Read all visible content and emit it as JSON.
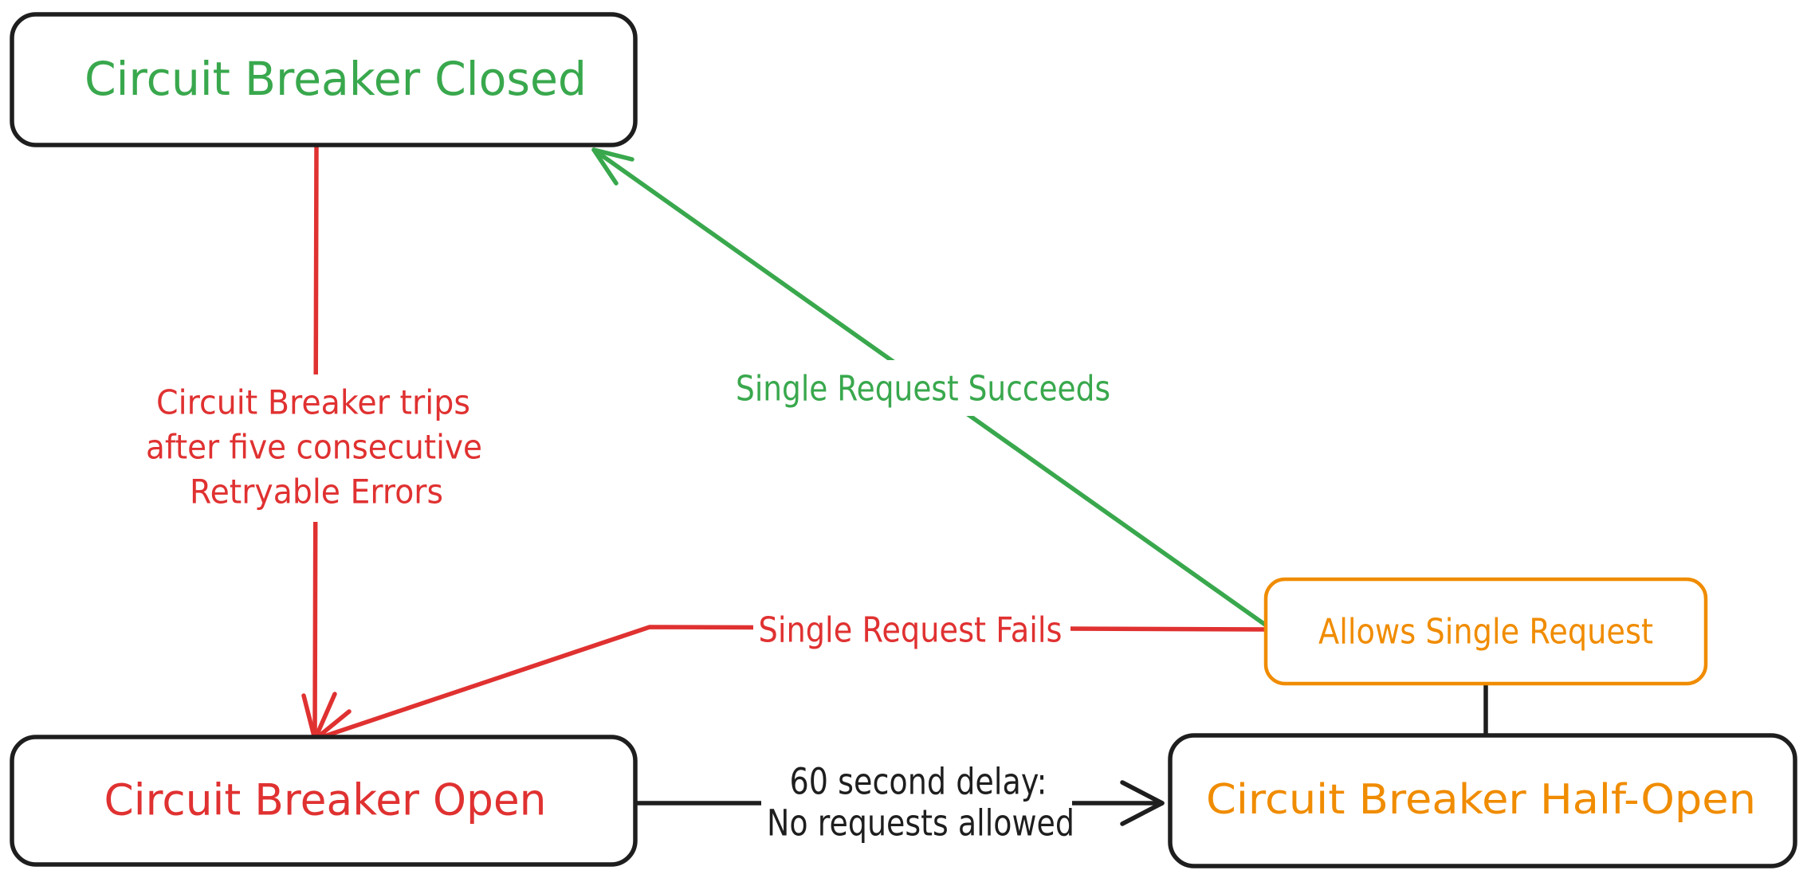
{
  "colors": {
    "black": "#1e1e1e",
    "red": "#e03131",
    "green": "#39a84d",
    "orange": "#f08c00",
    "background": "#ffffff"
  },
  "nodes": {
    "closed": {
      "label": "Circuit Breaker Closed"
    },
    "open": {
      "label": "Circuit Breaker Open"
    },
    "half_open": {
      "label": "Circuit Breaker Half-Open"
    },
    "allows": {
      "label": "Allows Single Request"
    }
  },
  "edges": {
    "trips": {
      "line1": "Circuit Breaker trips",
      "line2": "after five consecutive",
      "line3": "Retryable Errors"
    },
    "succeeds": {
      "label": "Single Request Succeeds"
    },
    "fails": {
      "label": "Single Request Fails"
    },
    "delay": {
      "line1": "60 second delay:",
      "line2": "No requests allowed"
    }
  }
}
